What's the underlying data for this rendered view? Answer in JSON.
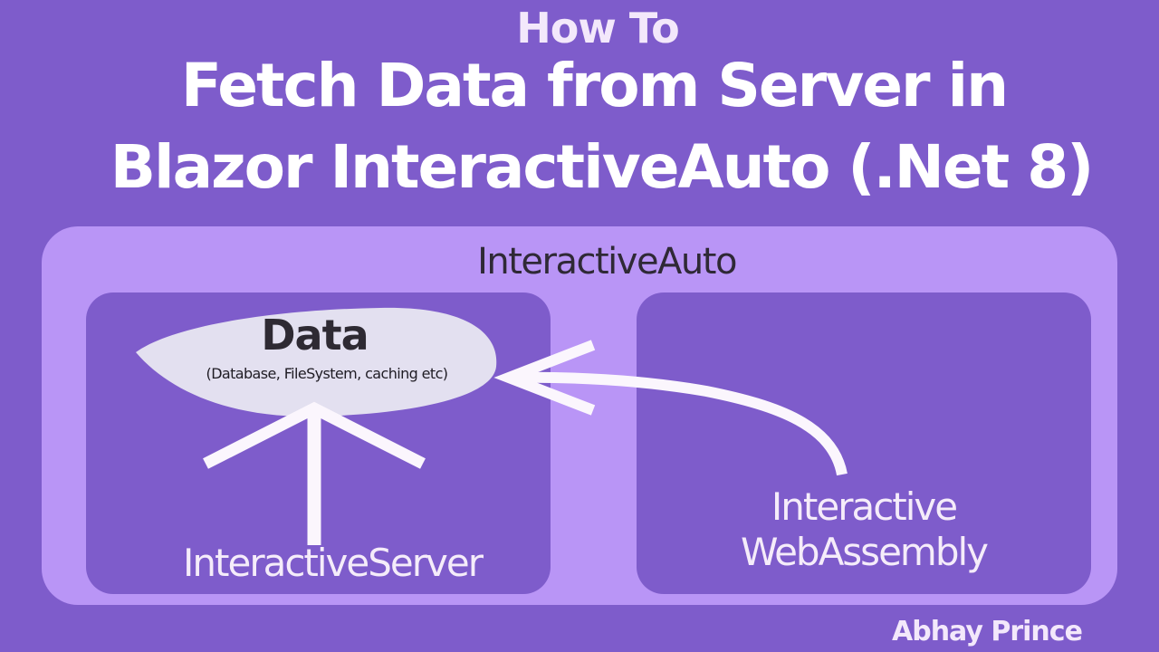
{
  "header": {
    "pretitle": "How To",
    "title_line1": "Fetch Data from Server in",
    "title_line2": "Blazor InteractiveAuto (.Net 8)"
  },
  "diagram": {
    "outer_container": {
      "label": "InteractiveAuto"
    },
    "data_node": {
      "title": "Data",
      "subtitle": "(Database, FileSystem, caching etc)"
    },
    "left_panel": {
      "label": "InteractiveServer"
    },
    "right_panel": {
      "label_line1": "Interactive",
      "label_line2": "WebAssembly"
    },
    "arrows": [
      {
        "from": "InteractiveServer",
        "to": "Data",
        "style": "straight-up"
      },
      {
        "from": "Interactive WebAssembly",
        "to": "Data",
        "style": "curved-left"
      }
    ]
  },
  "footer": {
    "author": "Abhay Prince"
  },
  "colors": {
    "background": "#7e5ccb",
    "outer_panel": "#b995f6",
    "inner_panel": "#7e5ccb",
    "data_blob": "#e3e0f0",
    "light_text": "#f5ecfa",
    "dark_text": "#2e2a33",
    "arrow": "#fbf6fd"
  }
}
